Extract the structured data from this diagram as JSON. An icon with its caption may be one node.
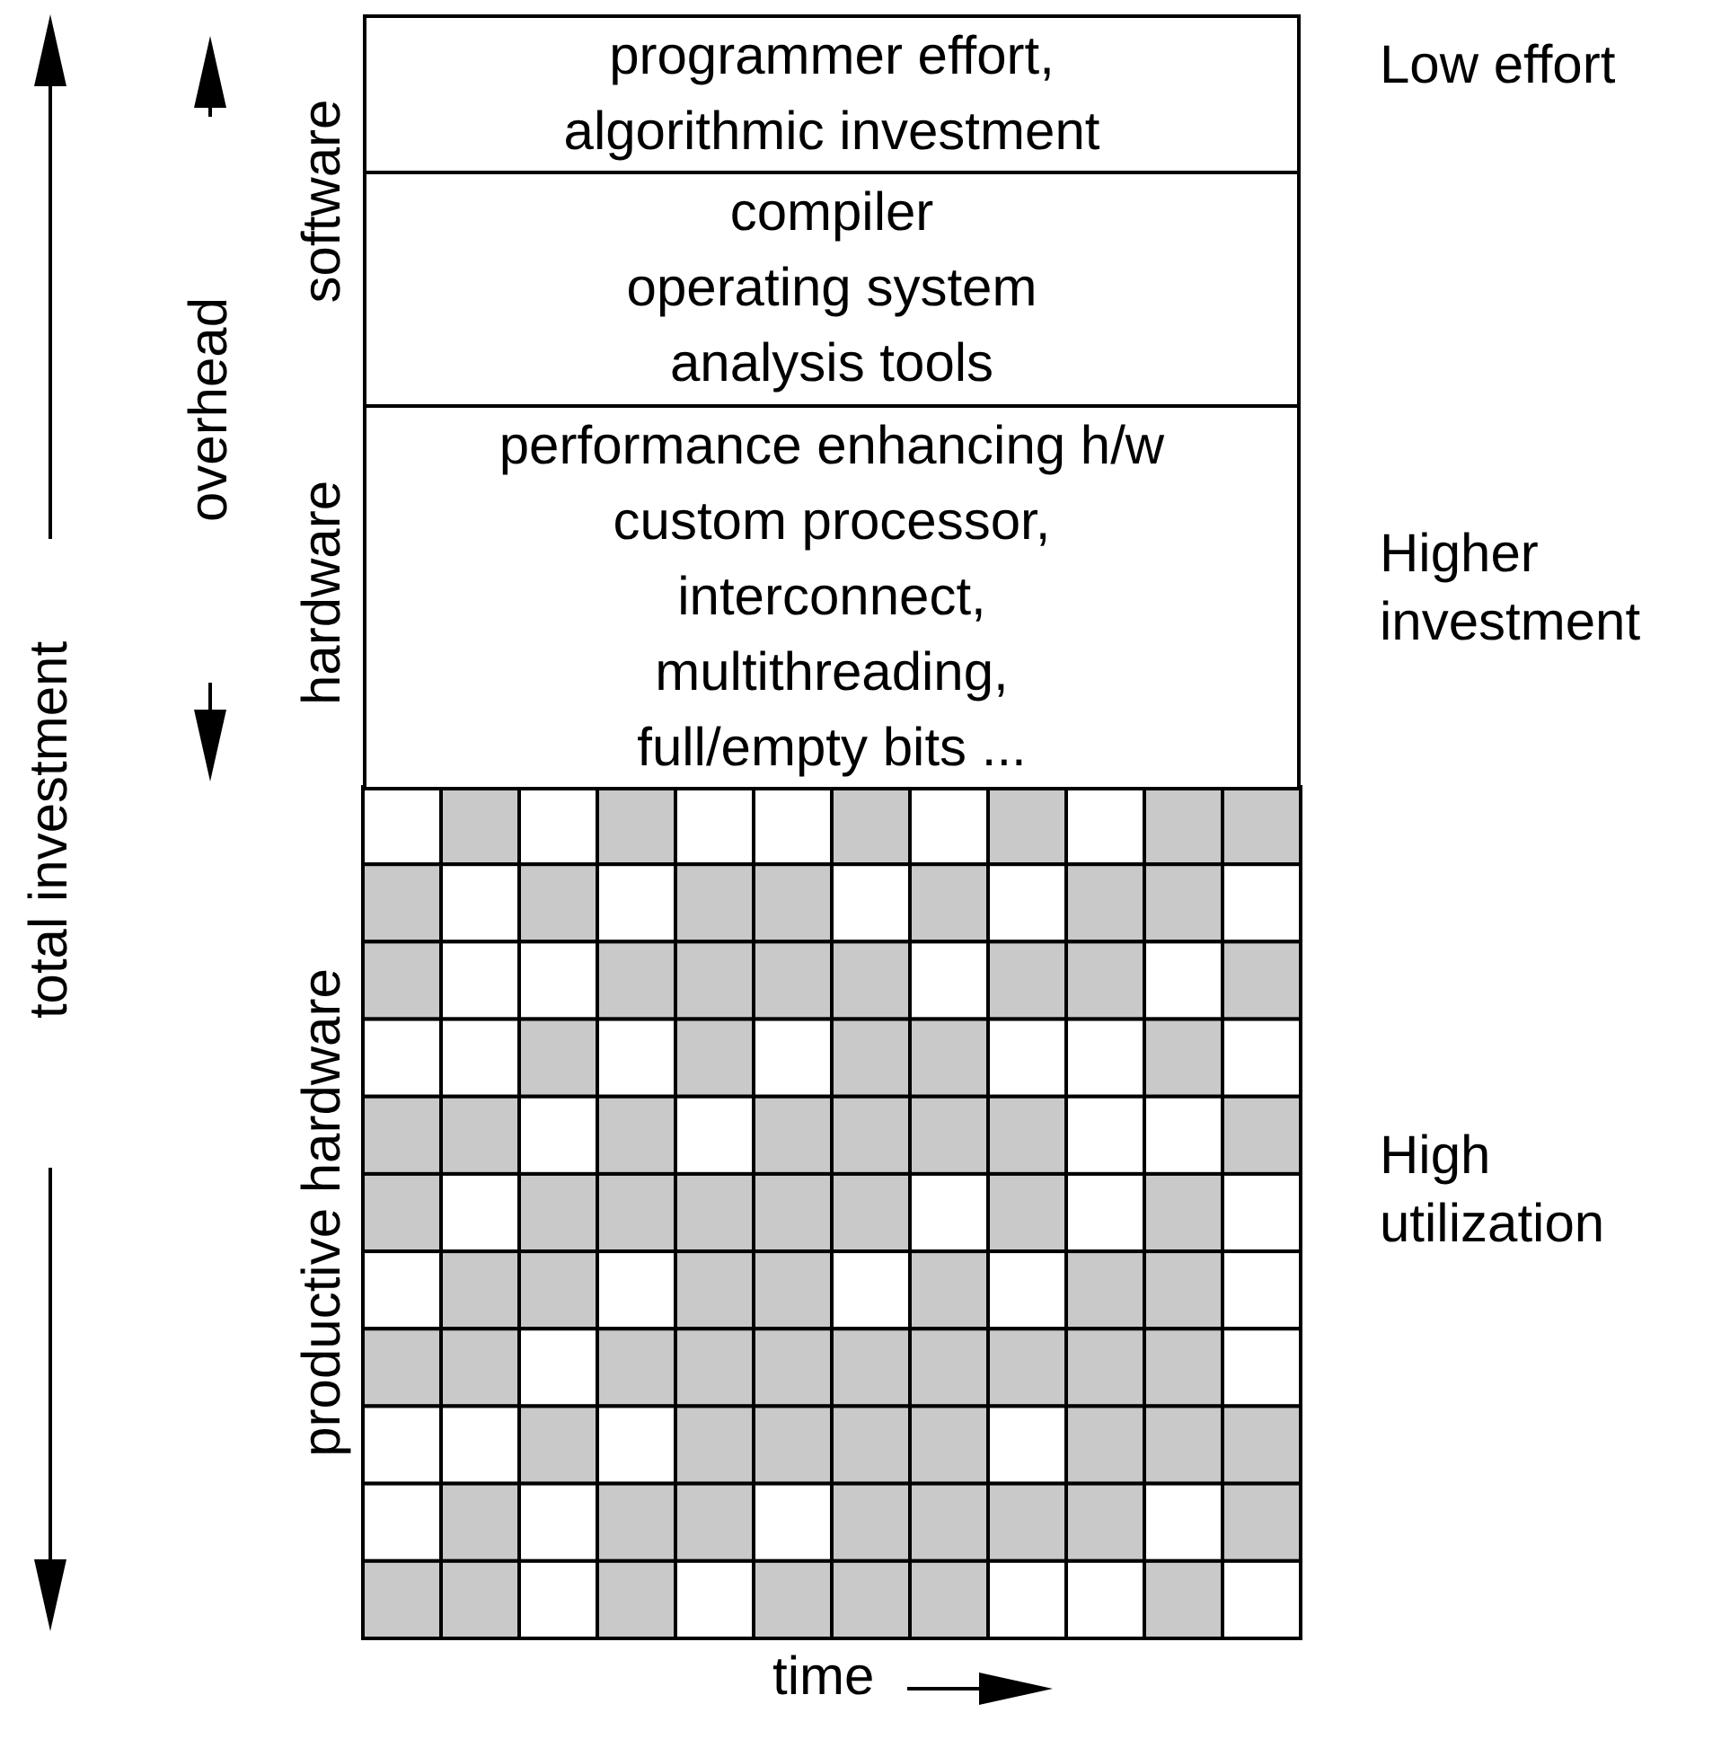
{
  "diagram": {
    "nodes": [
      {
        "text": [
          "programmer effort, algorithmic investment"
        ]
      },
      {
        "text": [
          "compiler",
          "operating system",
          "analysis tools"
        ]
      },
      {
        "text": [
          "performance enhancing h/w",
          "custom processor,",
          "interconnect,",
          "multithreading,",
          "full/empty bits ..."
        ]
      }
    ],
    "edges": [],
    "labels": [
      "total investment",
      "overhead",
      "software",
      "hardware",
      "productive hardware",
      "Low effort",
      "Higher investment",
      "High utilization",
      "time"
    ]
  }
}
